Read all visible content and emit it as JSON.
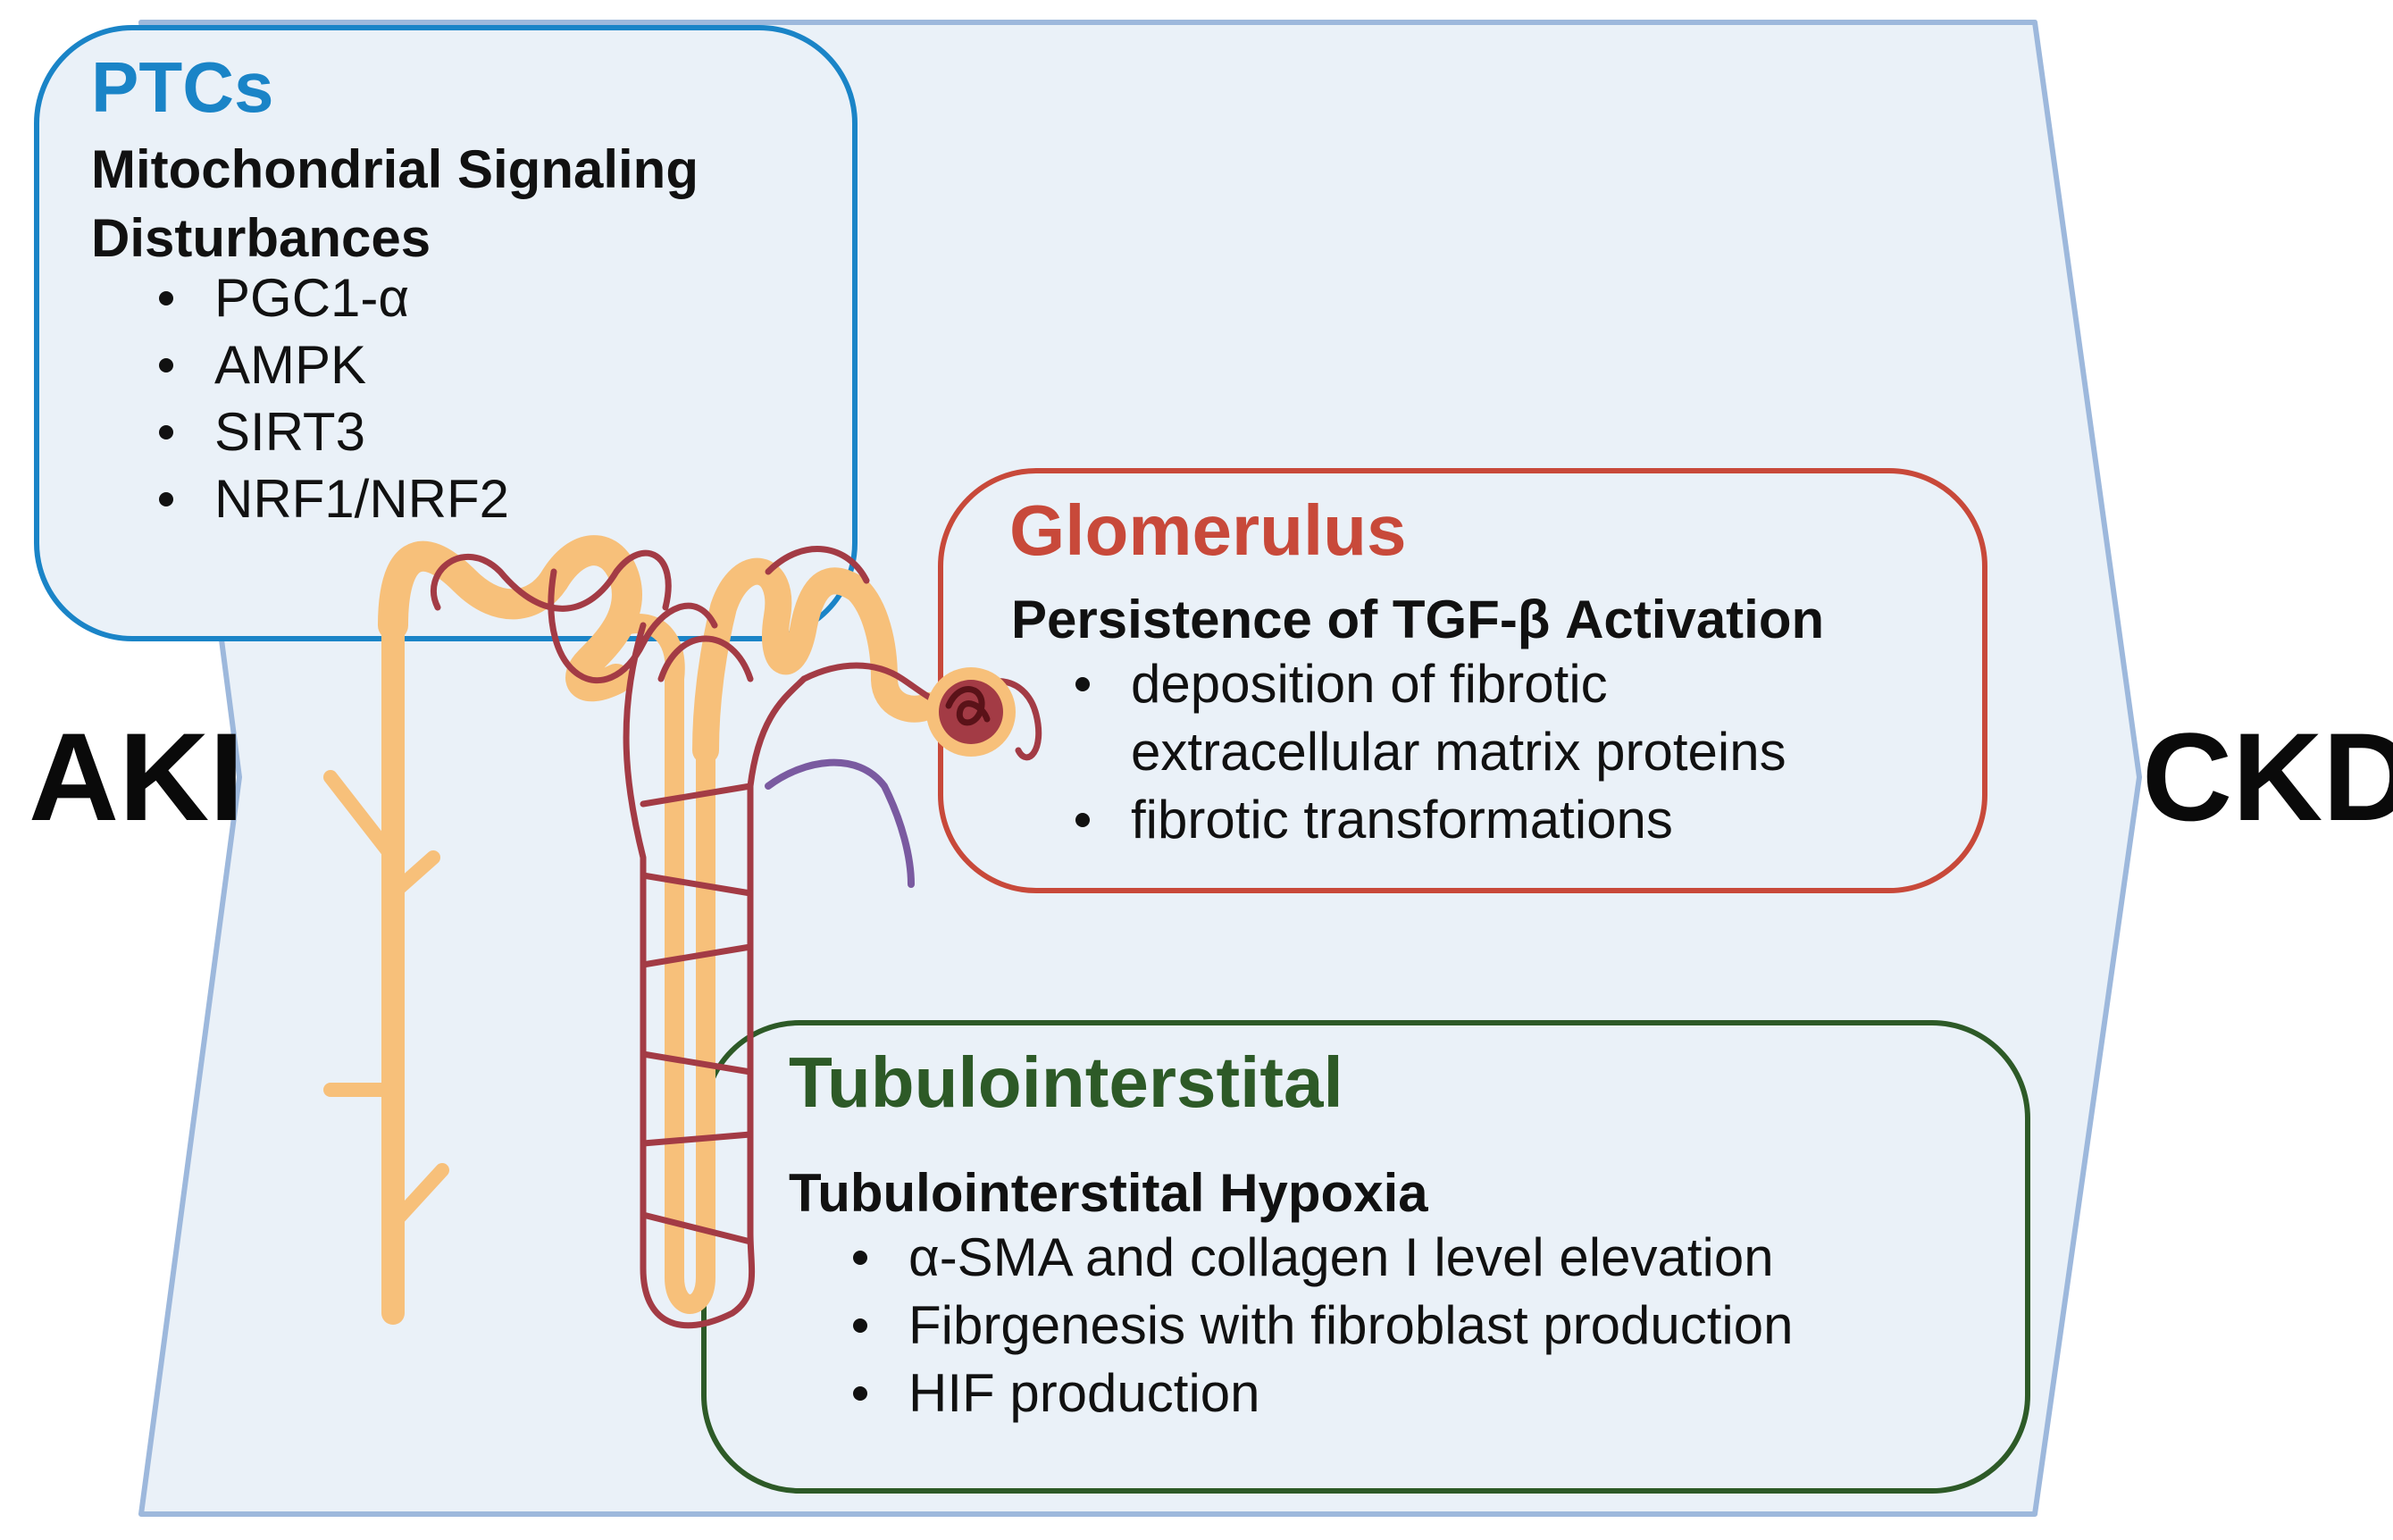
{
  "diagram": {
    "start_label": "AKI",
    "end_label": "CKD",
    "colors": {
      "arrow_fill": "#eaf1f8",
      "arrow_stroke": "#9db8dc",
      "ptc_accent": "#1a84c7",
      "glomerulus_accent": "#c8493a",
      "tubulo_accent": "#2d5a27",
      "tubule": "#f7c07a",
      "vessel": "#a33b45",
      "vein": "#7a5aa0"
    },
    "illustration": {
      "icon": "nephron-icon"
    },
    "ptc": {
      "title": "PTCs",
      "subtitle_line1": "Mitochondrial Signaling",
      "subtitle_line2": "Disturbances",
      "items": [
        "PGC1-α",
        "AMPK",
        "SIRT3",
        "NRF1/NRF2"
      ]
    },
    "glomerulus": {
      "title": "Glomerulus",
      "subtitle": "Persistence of TGF-β Activation",
      "item1_line1": "deposition of fibrotic",
      "item1_line2": "extracellular matrix proteins",
      "item2": "fibrotic transformations"
    },
    "tubulo": {
      "title": "Tubulointerstital",
      "subtitle": "Tubulointerstital Hypoxia",
      "items": [
        "α-SMA and collagen I level elevation",
        "Fibrgenesis with fibroblast production",
        "HIF production"
      ]
    }
  }
}
